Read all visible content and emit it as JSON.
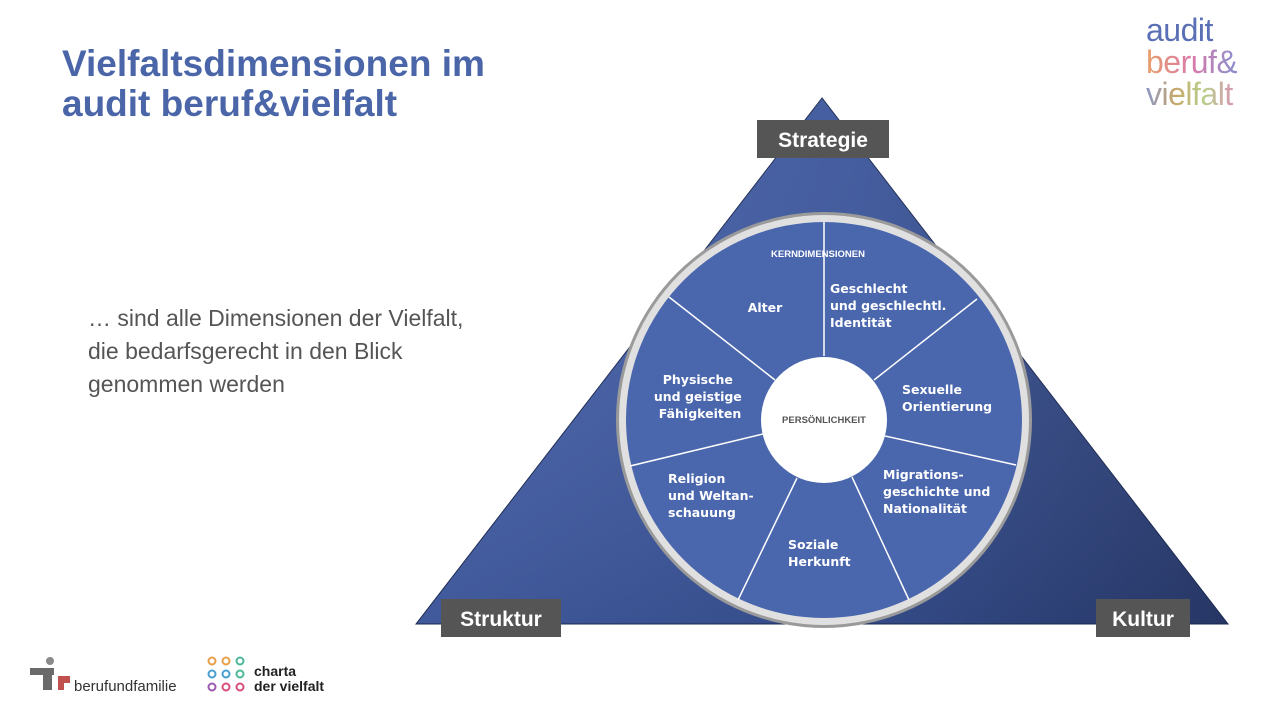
{
  "title": {
    "line1": "Vielfaltsdimensionen im",
    "line2": "audit beruf&vielfalt"
  },
  "intro": {
    "line1": "… sind alle Dimensionen der Vielfalt,",
    "line2": "die bedarfsgerecht in den Blick",
    "line3": "genommen werden"
  },
  "triangle_labels": {
    "top": "Strategie",
    "left": "Struktur",
    "right": "Kultur"
  },
  "circle": {
    "outer_heading": "KERNDIMENSIONEN",
    "center_label": "PERSÖNLICHKEIT",
    "segments": [
      {
        "lines": [
          "Alter"
        ]
      },
      {
        "lines": [
          "Geschlecht",
          "und geschlechtl.",
          "Identität"
        ]
      },
      {
        "lines": [
          "Sexuelle",
          "Orientierung"
        ]
      },
      {
        "lines": [
          "Migrations-",
          "geschichte und",
          "Nationalität"
        ]
      },
      {
        "lines": [
          "Soziale",
          "Herkunft"
        ]
      },
      {
        "lines": [
          "Religion",
          "und Weltan-",
          "schauung"
        ]
      },
      {
        "lines": [
          "Physische",
          "und geistige",
          "Fähigkeiten"
        ]
      }
    ]
  },
  "logo": {
    "line1": "audit",
    "line2": "beruf&",
    "line3": "vielfalt"
  },
  "footer": {
    "berufundfamilie": "berufundfamilie",
    "charta_line1": "charta",
    "charta_line2": "der vielfalt"
  },
  "colors": {
    "title": "#4a66a8",
    "triangle_dark": "#2b3d72",
    "triangle_light": "#4a66b0",
    "circle_fill": "#4a66ad",
    "label_box": "#555555"
  }
}
